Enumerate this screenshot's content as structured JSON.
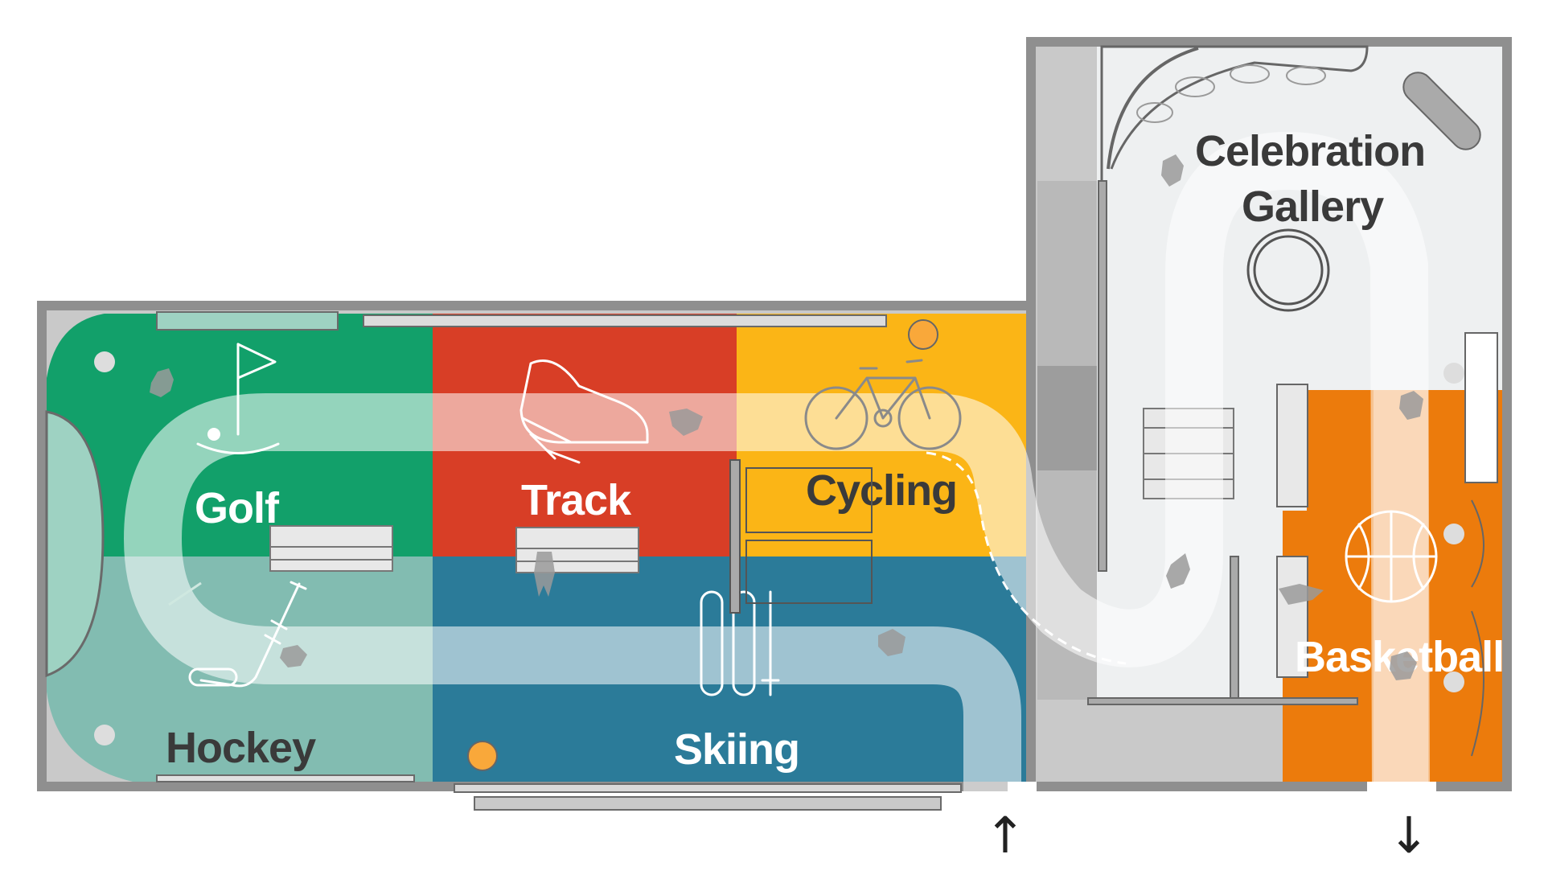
{
  "zones": {
    "golf": {
      "label": "Golf",
      "color": "#12a06a"
    },
    "track": {
      "label": "Track",
      "color": "#d83e26"
    },
    "cycling": {
      "label": "Cycling",
      "color": "#fbb516"
    },
    "hockey": {
      "label": "Hockey",
      "color": "#82bcb1"
    },
    "skiing": {
      "label": "Skiing",
      "color": "#2b7b99"
    },
    "celebration": {
      "label_line1": "Celebration",
      "label_line2": "Gallery",
      "color": "#eef0f1"
    },
    "basketball": {
      "label": "Basketball",
      "color": "#ec7b0c"
    }
  },
  "arrows": {
    "entrance": "↑",
    "exit": "↓"
  },
  "icons": [
    "golf-flag-icon",
    "running-shoe-icon",
    "bicycle-icon",
    "hockey-stick-icon",
    "skis-icon",
    "basketball-icon"
  ],
  "colors": {
    "wall": "#666666",
    "path": "#ffffff",
    "accent_dot": "#f9a83a"
  }
}
